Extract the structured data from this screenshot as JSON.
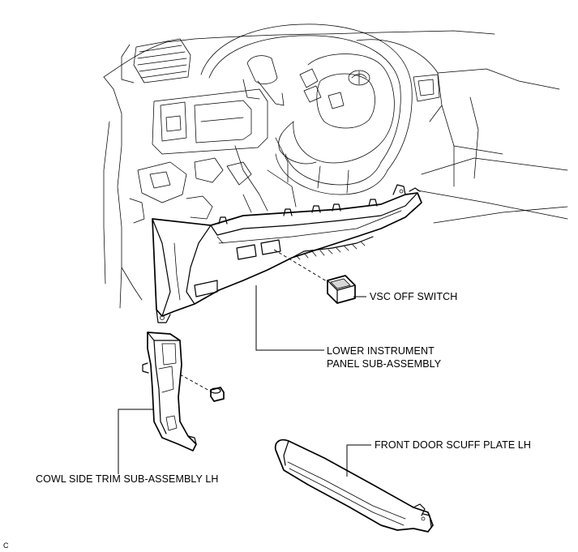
{
  "labels": {
    "vsc_off_switch": "VSC OFF SWITCH",
    "lower_panel_line1": "LOWER INSTRUMENT",
    "lower_panel_line2": "PANEL SUB-ASSEMBLY",
    "cowl_side_trim": "COWL SIDE TRIM SUB-ASSEMBLY LH",
    "front_door_scuff": "FRONT DOOR SCUFF PLATE LH",
    "corner_code": "C"
  },
  "colors": {
    "line": "#000000",
    "background": "#ffffff",
    "shade": "#d8d8d8"
  }
}
